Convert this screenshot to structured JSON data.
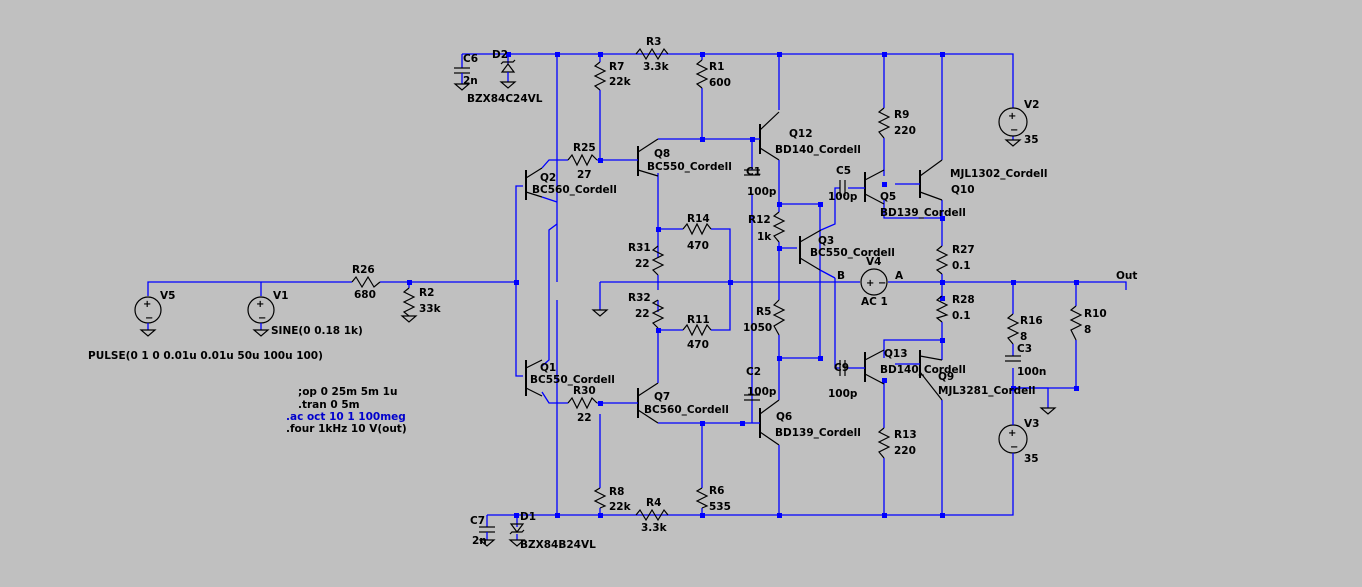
{
  "components": {
    "r3": {
      "name": "R3",
      "value": "3.3k"
    },
    "r7": {
      "name": "R7",
      "value": "22k"
    },
    "r1": {
      "name": "R1",
      "value": "600"
    },
    "r25": {
      "name": "R25",
      "value": "27"
    },
    "r14": {
      "name": "R14",
      "value": "470"
    },
    "r31": {
      "name": "R31",
      "value": "22"
    },
    "r32": {
      "name": "R32",
      "value": "22"
    },
    "r11": {
      "name": "R11",
      "value": "470"
    },
    "r26": {
      "name": "R26",
      "value": "680"
    },
    "r2": {
      "name": "R2",
      "value": "33k"
    },
    "r30": {
      "name": "R30",
      "value": "22"
    },
    "r12": {
      "name": "R12",
      "value": "1k"
    },
    "r5": {
      "name": "R5",
      "value": "1050"
    },
    "r9": {
      "name": "R9",
      "value": "220"
    },
    "r13": {
      "name": "R13",
      "value": "220"
    },
    "r27": {
      "name": "R27",
      "value": "0.1"
    },
    "r28": {
      "name": "R28",
      "value": "0.1"
    },
    "r16": {
      "name": "R16",
      "value": "8"
    },
    "r10": {
      "name": "R10",
      "value": "8"
    },
    "r8": {
      "name": "R8",
      "value": "22k"
    },
    "r4": {
      "name": "R4",
      "value": "3.3k"
    },
    "r6": {
      "name": "R6",
      "value": "535"
    },
    "c6": {
      "name": "C6",
      "value": "2n"
    },
    "c7": {
      "name": "C7",
      "value": "2n"
    },
    "c1": {
      "name": "C1",
      "value": "100p"
    },
    "c2": {
      "name": "C2",
      "value": "100p"
    },
    "c5": {
      "name": "C5",
      "value": "100p"
    },
    "c9": {
      "name": "C9",
      "value": "100p"
    },
    "c3": {
      "name": "C3",
      "value": "100n"
    },
    "d2": {
      "name": "D2",
      "value": "BZX84C24VL"
    },
    "d1": {
      "name": "D1",
      "value": "BZX84B24VL"
    },
    "q1": {
      "name": "Q1",
      "value": "BC550_Cordell"
    },
    "q2": {
      "name": "Q2",
      "value": "BC560_Cordell"
    },
    "q3": {
      "name": "Q3",
      "value": "BC550_Cordell"
    },
    "q5": {
      "name": "Q5",
      "value": "BD139_Cordell"
    },
    "q6": {
      "name": "Q6",
      "value": "BD139_Cordell"
    },
    "q7": {
      "name": "Q7",
      "value": "BC560_Cordell"
    },
    "q8": {
      "name": "Q8",
      "value": "BC550_Cordell"
    },
    "q9": {
      "name": "Q9",
      "value": "MJL3281_Cordell"
    },
    "q10": {
      "name": "Q10",
      "value": "MJL1302_Cordell"
    },
    "q12": {
      "name": "Q12",
      "value": "BD140_Cordell"
    },
    "q13": {
      "name": "Q13",
      "value": "BD140_Cordell"
    },
    "v1": {
      "name": "V1",
      "value": "SINE(0 0.18 1k)"
    },
    "v2": {
      "name": "V2",
      "value": "35"
    },
    "v3": {
      "name": "V3",
      "value": "35"
    },
    "v4": {
      "name": "V4",
      "value": "AC 1"
    },
    "v5": {
      "name": "V5",
      "value": "PULSE(0 1 0 0.01u 0.01u 50u 100u 100)"
    }
  },
  "net_labels": {
    "out": "Out",
    "b": "B",
    "a": "A"
  },
  "directives": [
    ";op 0 25m 5m 1u",
    ".tran 0 5m",
    ".ac oct 10 1 100meg",
    ".four 1kHz 10  V(out)"
  ],
  "colors": {
    "background": "#c0c0c0",
    "wire": "#0000ff",
    "component": "#000000",
    "active_directive": "#0000cc"
  }
}
